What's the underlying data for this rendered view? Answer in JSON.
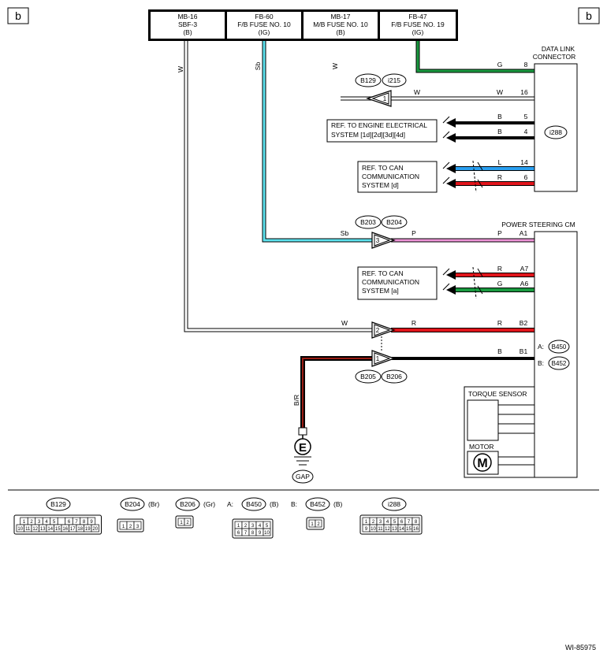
{
  "page_marker": "b",
  "figure_id": "WI-85975",
  "fuses": [
    {
      "line1": "MB-16",
      "line2": "SBF-3",
      "line3": "(B)"
    },
    {
      "line1": "FB-60",
      "line2": "F/B FUSE NO. 10",
      "line3": "(IG)"
    },
    {
      "line1": "MB-17",
      "line2": "M/B FUSE NO. 10",
      "line3": "(B)"
    },
    {
      "line1": "FB-47",
      "line2": "F/B FUSE NO. 19",
      "line3": "(IG)"
    }
  ],
  "data_link_connector": {
    "title_line1": "DATA LINK",
    "title_line2": "CONNECTOR",
    "connector_id": "i288",
    "pins": {
      "p8": "8",
      "p16": "16",
      "p5": "5",
      "p4": "4",
      "p14": "14",
      "p6": "6"
    }
  },
  "power_steering_cm": {
    "title": "POWER STEERING CM",
    "pins": {
      "a1": "A1",
      "a7": "A7",
      "a6": "A6",
      "b2": "B2",
      "b1": "B1"
    },
    "conn_a_prefix": "A:",
    "conn_a": "B450",
    "conn_b_prefix": "B:",
    "conn_b": "B452",
    "torque_sensor": "TORQUE SENSOR",
    "motor": "MOTOR",
    "motor_symbol": "M"
  },
  "wire_colors": {
    "w": "W",
    "sb": "Sb",
    "g": "G",
    "b": "B",
    "l": "L",
    "r": "R",
    "p": "P",
    "br": "B/R"
  },
  "connectors": {
    "b129": "B129",
    "i215": "i215",
    "b203": "B203",
    "b204": "B204",
    "b205": "B205",
    "b206": "B206"
  },
  "connector_pins": {
    "p1": "1",
    "p2": "2",
    "p3": "3"
  },
  "ref_boxes": {
    "engine_line1": "REF. TO ENGINE ELECTRICAL",
    "engine_line2": "SYSTEM [1d][2d][3d][4d]",
    "can_d_line1": "REF. TO CAN",
    "can_d_line2": "COMMUNICATION",
    "can_d_line3": "SYSTEM [d]",
    "can_a_line1": "REF. TO CAN",
    "can_a_line2": "COMMUNICATION",
    "can_a_line3": "SYSTEM [a]"
  },
  "ground": {
    "symbol": "E",
    "label": "GAP"
  },
  "connector_legend": [
    {
      "id": "B129",
      "type": "",
      "prefix": "",
      "row1": [
        "1",
        "2",
        "3",
        "4",
        "5",
        "",
        "6",
        "7",
        "8",
        "9"
      ],
      "row2": [
        "10",
        "11",
        "12",
        "13",
        "14",
        "15",
        "16",
        "17",
        "18",
        "19",
        "20"
      ]
    },
    {
      "id": "B204",
      "type": "(Br)",
      "prefix": "",
      "row1": [
        "1",
        "2",
        "3"
      ],
      "row2": []
    },
    {
      "id": "B206",
      "type": "(Gr)",
      "prefix": "",
      "row1": [
        "1",
        "2"
      ],
      "row2": []
    },
    {
      "id": "B450",
      "type": "(B)",
      "prefix": "A:",
      "row1": [
        "1",
        "2",
        "3",
        "4",
        "5"
      ],
      "row2": [
        "6",
        "7",
        "8",
        "9",
        "10"
      ]
    },
    {
      "id": "B452",
      "type": "(B)",
      "prefix": "B:",
      "row1": [
        "1",
        "2"
      ],
      "row2": []
    },
    {
      "id": "i288",
      "type": "",
      "prefix": "",
      "row1": [
        "1",
        "2",
        "3",
        "4",
        "5",
        "6",
        "7",
        "8"
      ],
      "row2": [
        "9",
        "10",
        "11",
        "12",
        "13",
        "14",
        "15",
        "16"
      ]
    }
  ],
  "colors": {
    "green": "#1a9a40",
    "cyan": "#5de2ee",
    "blue": "#2a9ff0",
    "red": "#e0151b",
    "pink": "#ee94d8",
    "dark_red": "#9a1d14"
  }
}
